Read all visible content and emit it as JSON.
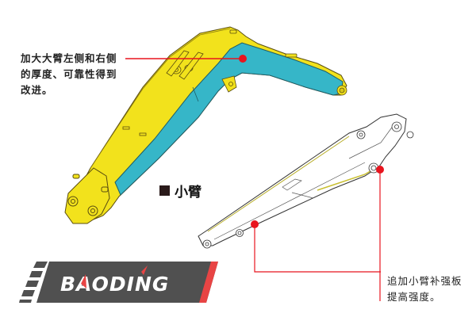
{
  "boom_note": {
    "lines": [
      "加大大臂左侧和右侧",
      "的厚度、可靠性得到",
      "改进。"
    ]
  },
  "arm_section": {
    "title": "小臂"
  },
  "arm_note": {
    "lines": [
      "追加小臂补强板",
      "提高强度。"
    ]
  },
  "logo": {
    "text": "BAODING"
  },
  "colors": {
    "boom_yellow": "#f2e21c",
    "boom_blue": "#36b6c8",
    "callout_red": "#e8141e",
    "logo_gray": "#505050",
    "logo_accent": "#e84444"
  }
}
